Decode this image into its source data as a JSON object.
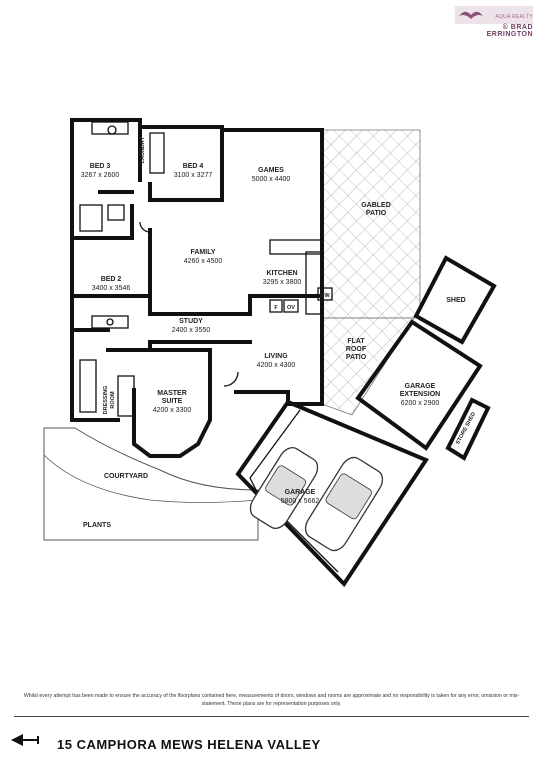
{
  "branding": {
    "agency": "AQUA REALTY",
    "photographer": "© BRAD ERRINGTON"
  },
  "rooms": {
    "bed3": {
      "name": "BED 3",
      "dims": "3267 x 2600"
    },
    "laundry": {
      "name": "LAUNDRY"
    },
    "bed4": {
      "name": "BED 4",
      "dims": "3100 x 3277"
    },
    "games": {
      "name": "GAMES",
      "dims": "5000 x 4400"
    },
    "gabled_patio": {
      "line1": "GABLED",
      "line2": "PATIO"
    },
    "family": {
      "name": "FAMILY",
      "dims": "4260 x 4500"
    },
    "kitchen": {
      "name": "KITCHEN",
      "dims": "3295 x 3800"
    },
    "bed2": {
      "name": "BED 2",
      "dims": "3400 x 3546"
    },
    "study": {
      "name": "STUDY",
      "dims": "2400 x 3550"
    },
    "shed": {
      "name": "SHED"
    },
    "flat_roof_patio": {
      "line1": "FLAT",
      "line2": "ROOF",
      "line3": "PATIO"
    },
    "living": {
      "name": "LIVING",
      "dims": "4200 x 4300"
    },
    "garage_extension": {
      "line1": "GARAGE",
      "line2": "EXTENSION",
      "dims": "6200 x 2900"
    },
    "store_shed": {
      "name": "STORE SHED"
    },
    "dressing_room": {
      "line1": "DRESSING",
      "line2": "ROOM"
    },
    "master_suite": {
      "line1": "MASTER",
      "line2": "SUITE",
      "dims": "4200 x 3300"
    },
    "courtyard": {
      "name": "COURTYARD"
    },
    "garage": {
      "name": "GARAGE",
      "dims": "5800 x 5662"
    },
    "plants": {
      "name": "PLANTS"
    }
  },
  "fixtures": {
    "fridge": "F",
    "oven": "OV",
    "dishwasher": "DW"
  },
  "disclaimer": "Whilst every attempt has been made to ensure the accuracy of the floorplans contained here, measurements of doors, windows and rooms are approximate and no responsibility is taken for any error, omission or mis-statement. These plans are for representation purposes only.",
  "address": "15 CAMPHORA MEWS HELENA VALLEY"
}
